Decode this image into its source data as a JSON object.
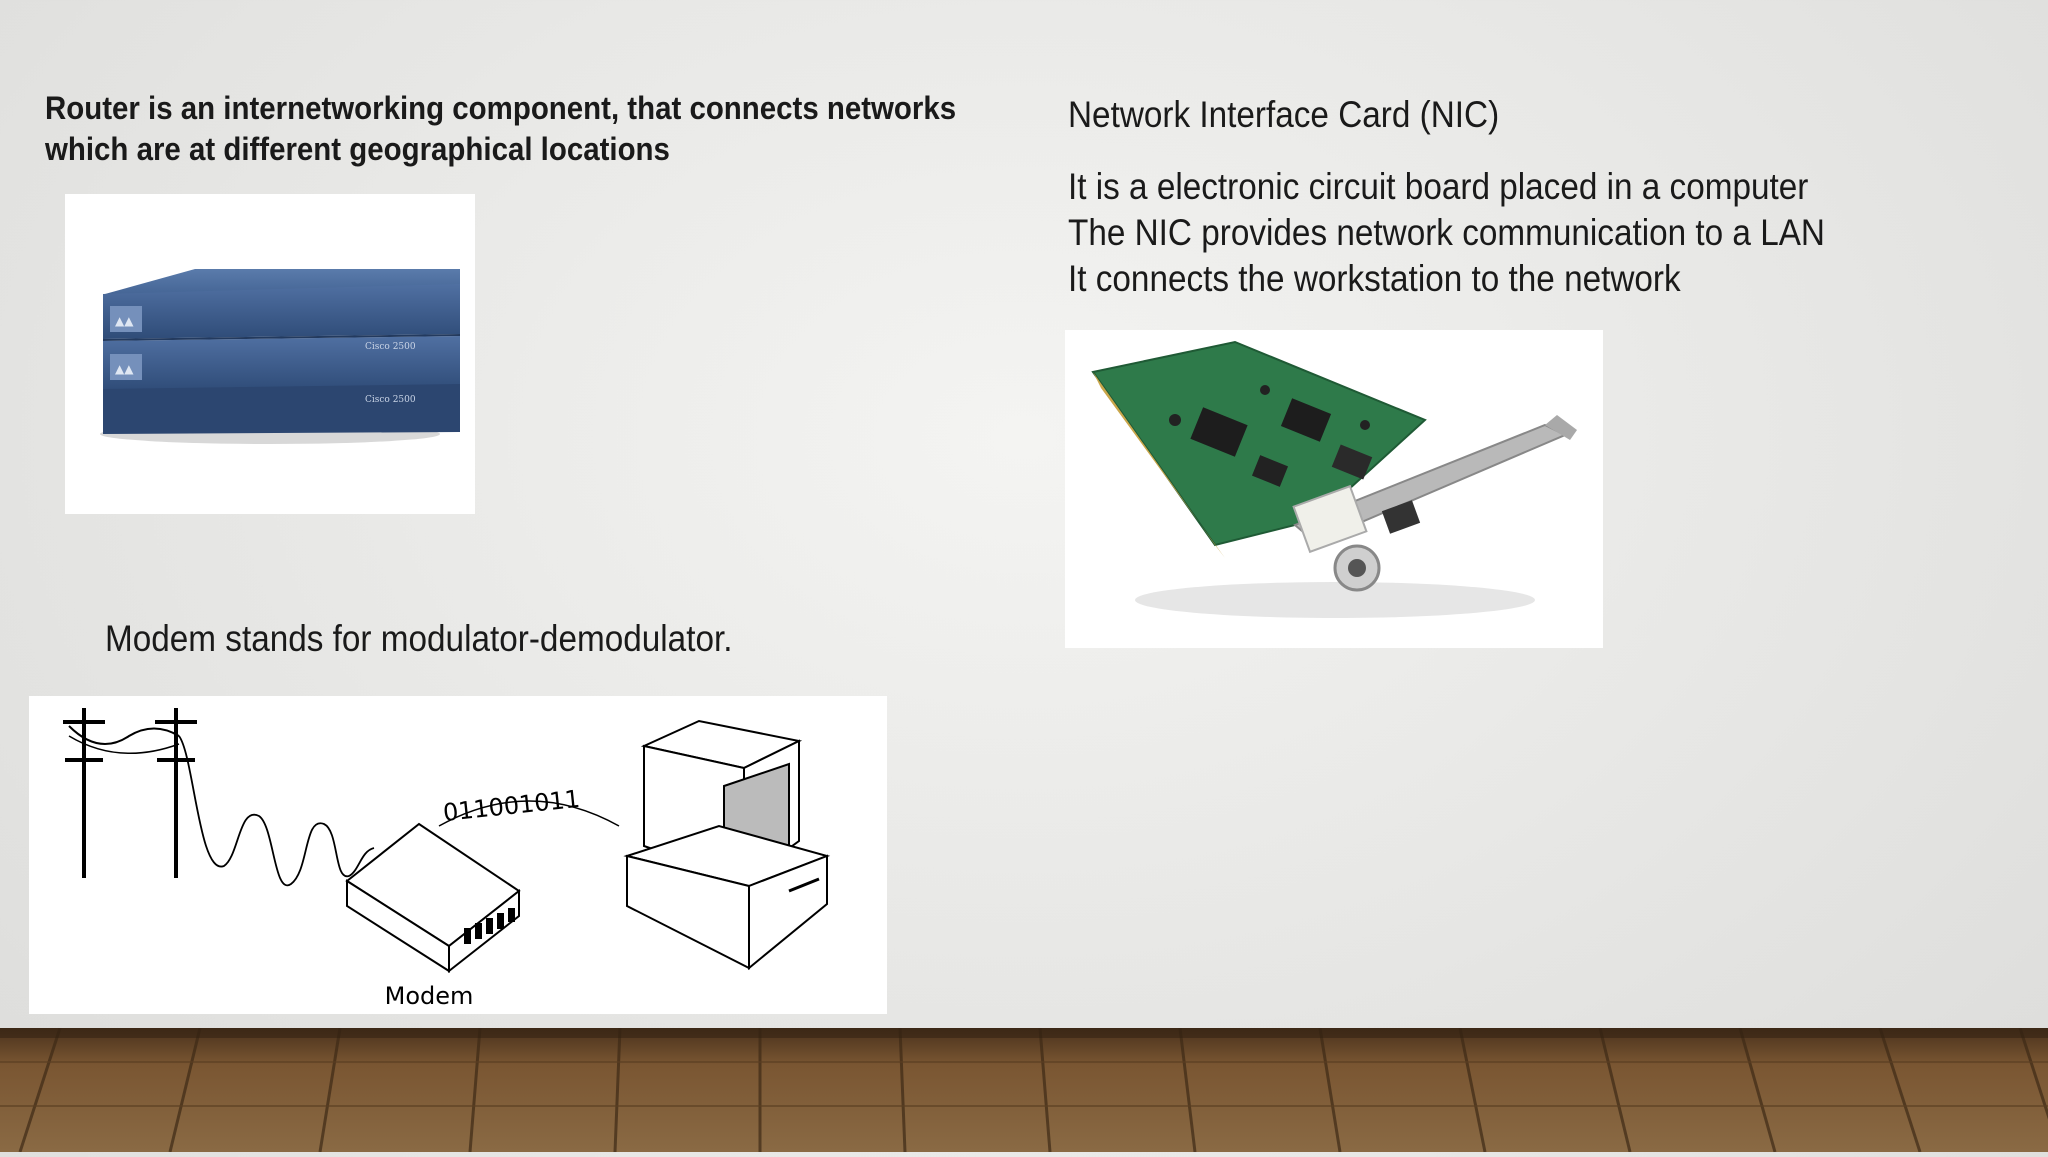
{
  "slide": {
    "router_text": "Router is an internetworking component, that connects networks which are at  different geographical locations",
    "nic_title": "Network Interface Card (NIC)",
    "nic_lines": [
      "It is a electronic circuit board placed in a computer",
      "The NIC provides network communication to a LAN",
      "It connects the workstation to the network"
    ],
    "modem_text": "Modem stands for modulator-demodulator.",
    "modem_diagram": {
      "bits_label": "011001011",
      "modem_label": "Modem"
    },
    "router_label": "Cisco 2500",
    "colors": {
      "background": "#e8e8e6",
      "text": "#1a1a1a",
      "router_blue": "#3f5f8f",
      "pcb_green": "#2e7a4a",
      "floor_wood": "#6b4a2a"
    }
  }
}
